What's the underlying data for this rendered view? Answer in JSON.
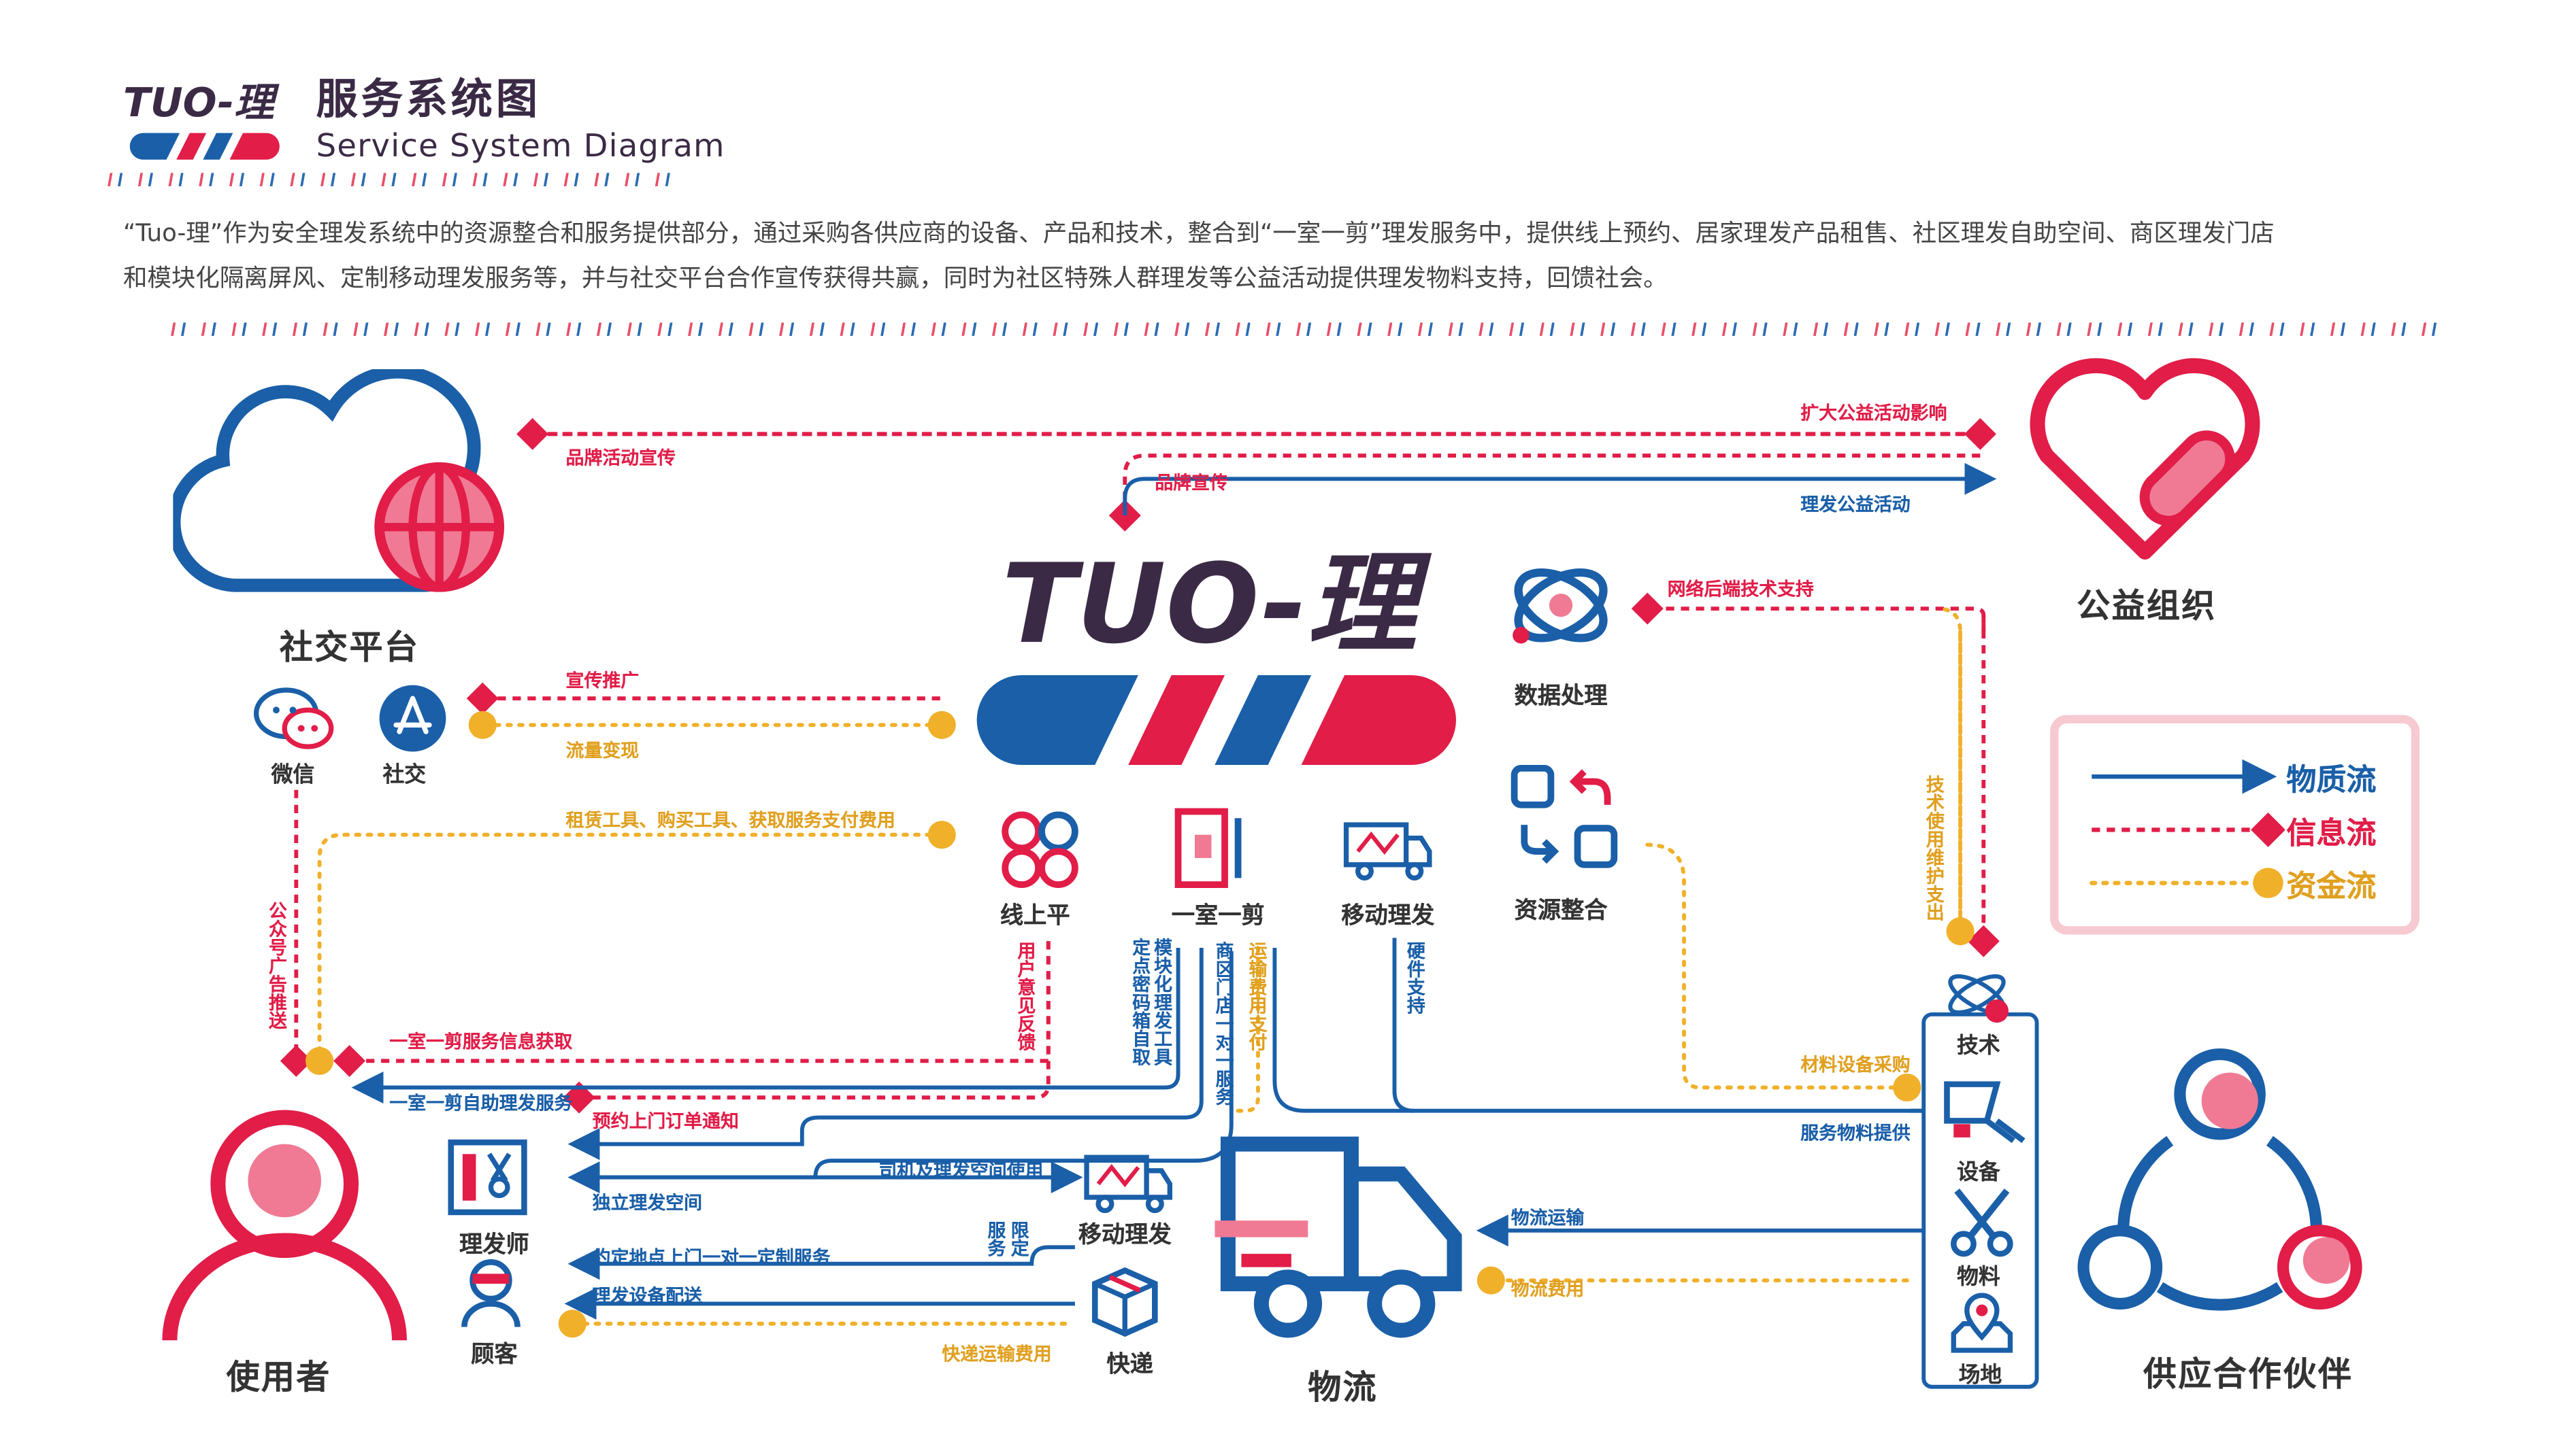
{
  "header": {
    "logo_text": "TUO-理",
    "title_cn": "服务系统图",
    "title_en": "Service System Diagram",
    "intro_line1": "“Tuo-理”作为安全理发系统中的资源整合和服务提供部分，通过采购各供应商的设备、产品和技术，整合到“一室一剪”理发服务中，提供线上预约、居家理发产品租售、社区理发自助空间、商区理发门店",
    "intro_line2": "和模块化隔离屏风、定制移动理发服务等，并与社交平台合作宣传获得共赢，同时为社区特殊人群理发等公益活动提供理发物料支持，回馈社会。"
  },
  "center": {
    "logo_text": "TUO-理"
  },
  "nodes": {
    "social_platform": "社交平台",
    "wechat": "微信",
    "social": "社交",
    "charity": "公益组织",
    "user": "使用者",
    "supplier": "供应合作伙伴",
    "logistics": "物流",
    "data_processing": "数据处理",
    "resource_integration": "资源整合",
    "online": "线上平",
    "one_room": "一室一剪",
    "mobile_hair": "移动理发",
    "barber": "理发师",
    "customer": "顾客",
    "mobile_hair_2": "移动理发",
    "express": "快递",
    "tech": "技术",
    "equipment": "设备",
    "material": "物料",
    "venue": "场地"
  },
  "flows": {
    "brand_campaign": "品牌活动宣传",
    "expand_charity": "扩大公益活动影响",
    "brand_promo": "品牌宣传",
    "hair_charity": "理发公益活动",
    "network_support": "网络后端技术支持",
    "promotion": "宣传推广",
    "traffic_monetize": "流量变现",
    "rent_buy_pay": "租赁工具、购买工具、获取服务支付费用",
    "tech_maintain": "技术使用维护支出",
    "official_ad": "公众号广告推送",
    "user_feedback": "用户意见反馈",
    "modular_tools": "模块化理发工具",
    "pickup": "定点密码箱自取",
    "store_service": "商区门店一对一服务",
    "transport_cost": "运输费用支付",
    "hardware": "硬件支持",
    "material_purchase": "材料设备采购",
    "info_get": "一室一剪服务信息获取",
    "self_service": "一室一剪自助理发服务",
    "order_notice": "预约上门订单通知",
    "material_supply": "服务物料提供",
    "driver_space": "司机及理发空间使用",
    "indep_space": "独立理发空间",
    "custom_service": "限定服务",
    "custom_service_a": "限定",
    "custom_service_b": "服务",
    "appointment": "约定地点上门一对一定制服务",
    "equip_delivery": "理发设备配送",
    "logistics_transport": "物流运输",
    "logistics_fee": "物流费用",
    "express_fee": "快递运输费用"
  },
  "legend": {
    "material_flow": "物质流",
    "info_flow": "信息流",
    "fund_flow": "资金流"
  },
  "colors": {
    "blue": "#1a5fa8",
    "red": "#e11d48",
    "orange": "#f0b02a",
    "pink": "#f07a94",
    "dark": "#3b2a45"
  }
}
